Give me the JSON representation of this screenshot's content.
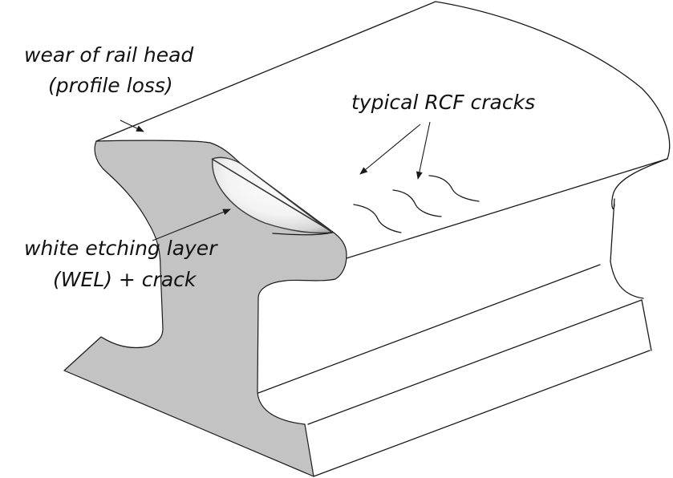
{
  "diagram": {
    "subject": "Rail cross-section with surface damage",
    "colors": {
      "profile_fill": "#c3c3c3",
      "outline": "#1a1a1a",
      "wel_fill": "#f4f4f4",
      "background": "#ffffff"
    },
    "labels": {
      "wear": {
        "line1": "wear of rail head",
        "line2": "(profile loss)"
      },
      "rcf": {
        "line1": "typical RCF cracks"
      },
      "wel": {
        "line1": "white etching layer",
        "line2": "(WEL) + crack"
      }
    },
    "parts": [
      "rail head",
      "rail web",
      "rail foot",
      "white etching layer",
      "RCF cracks"
    ]
  }
}
